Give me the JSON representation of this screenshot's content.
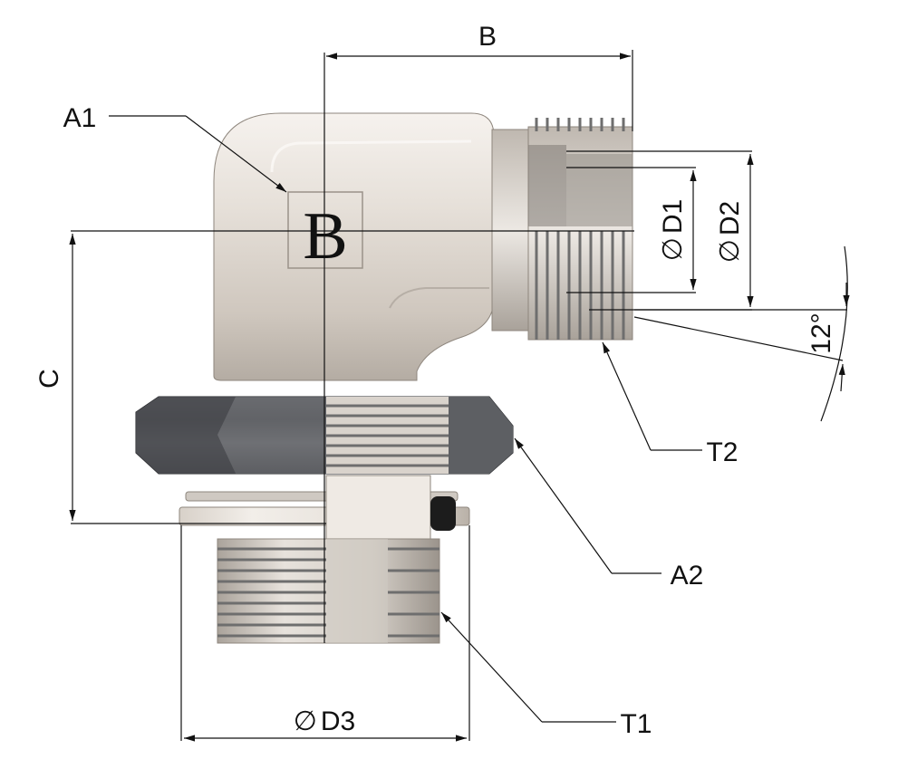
{
  "labels": {
    "B": "B",
    "A1": "A1",
    "A2": "A2",
    "C": "C",
    "D1": "D1",
    "D2": "D2",
    "D3": "D3",
    "T1": "T1",
    "T2": "T2",
    "angle": "12°",
    "body_mark": "B",
    "diameter_symbol": "∅"
  },
  "colors": {
    "body_light": "#f1ece6",
    "body_mid": "#d9d1c8",
    "body_dark": "#9c948b",
    "nut_dark": "#4a4c50",
    "nut_mid": "#6d6f73",
    "line": "#111111"
  }
}
